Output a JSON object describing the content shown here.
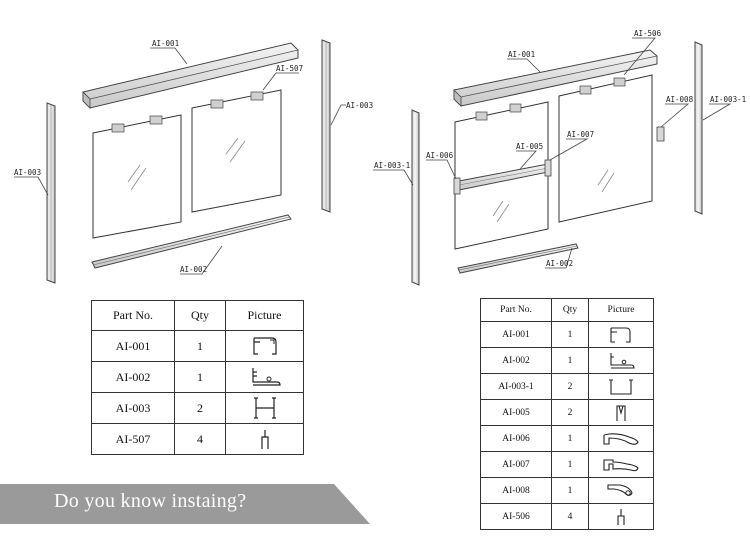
{
  "left_diagram": {
    "labels": [
      "AI-001",
      "AI-507",
      "AI-003",
      "AI-003",
      "AI-002"
    ]
  },
  "right_diagram": {
    "labels": [
      "AI-001",
      "AI-506",
      "AI-008",
      "AI-003-1",
      "AI-003-1",
      "AI-006",
      "AI-005",
      "AI-007",
      "AI-002"
    ]
  },
  "left_table": {
    "headers": [
      "Part No.",
      "Qty",
      "Picture"
    ],
    "rows": [
      {
        "part": "AI-001",
        "qty": "1",
        "icon": "profile-ai-001-icon"
      },
      {
        "part": "AI-002",
        "qty": "1",
        "icon": "profile-ai-002-icon"
      },
      {
        "part": "AI-003",
        "qty": "2",
        "icon": "profile-ai-003-icon"
      },
      {
        "part": "AI-507",
        "qty": "4",
        "icon": "profile-ai-507-icon"
      }
    ]
  },
  "right_table": {
    "headers": [
      "Part No.",
      "Qty",
      "Picture"
    ],
    "rows": [
      {
        "part": "AI-001",
        "qty": "1",
        "icon": "profile-ai-001-icon"
      },
      {
        "part": "AI-002",
        "qty": "1",
        "icon": "profile-ai-002-icon"
      },
      {
        "part": "AI-003-1",
        "qty": "2",
        "icon": "profile-ai-003-1-icon"
      },
      {
        "part": "AI-005",
        "qty": "2",
        "icon": "profile-ai-005-icon"
      },
      {
        "part": "AI-006",
        "qty": "1",
        "icon": "profile-ai-006-icon"
      },
      {
        "part": "AI-007",
        "qty": "1",
        "icon": "profile-ai-007-icon"
      },
      {
        "part": "AI-008",
        "qty": "1",
        "icon": "profile-ai-008-icon"
      },
      {
        "part": "AI-506",
        "qty": "4",
        "icon": "profile-ai-506-icon"
      }
    ]
  },
  "banner": {
    "text": "Do you know instaing?",
    "color": "#9a9a9a"
  }
}
